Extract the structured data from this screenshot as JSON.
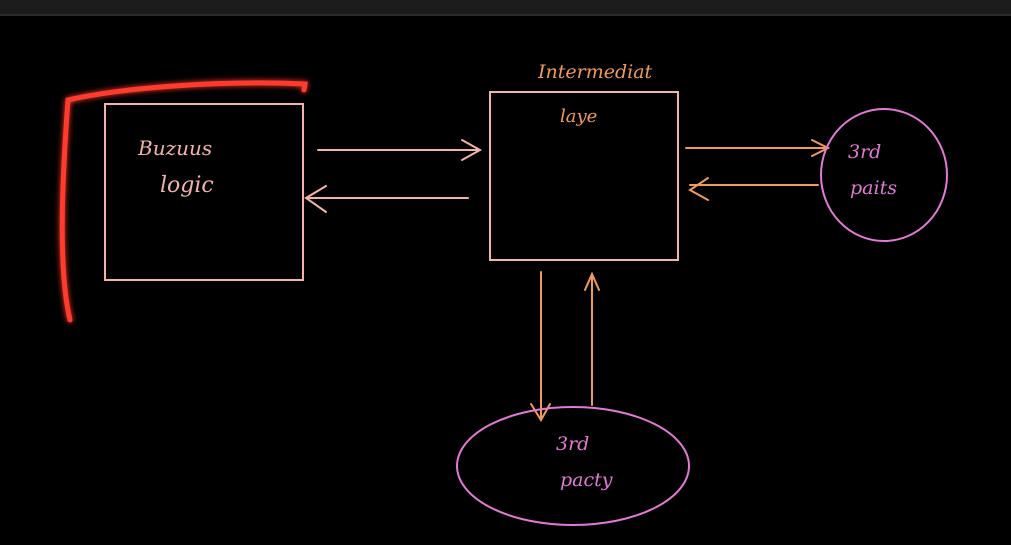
{
  "colors": {
    "background": "#000000",
    "box_stroke": "#f2b3a8",
    "orange": "#f29a5c",
    "pink": "#e27ad6",
    "highlight": "#ff3a2e"
  },
  "labels": {
    "business_logic_line1": "Buzuus",
    "business_logic_line2": "logic",
    "intermediate_line1": "Intermediat",
    "intermediate_line2": "laye",
    "third_party_right_line1": "3rd",
    "third_party_right_line2": "paits",
    "third_party_bottom_line1": "3rd",
    "third_party_bottom_line2": "pacty"
  }
}
